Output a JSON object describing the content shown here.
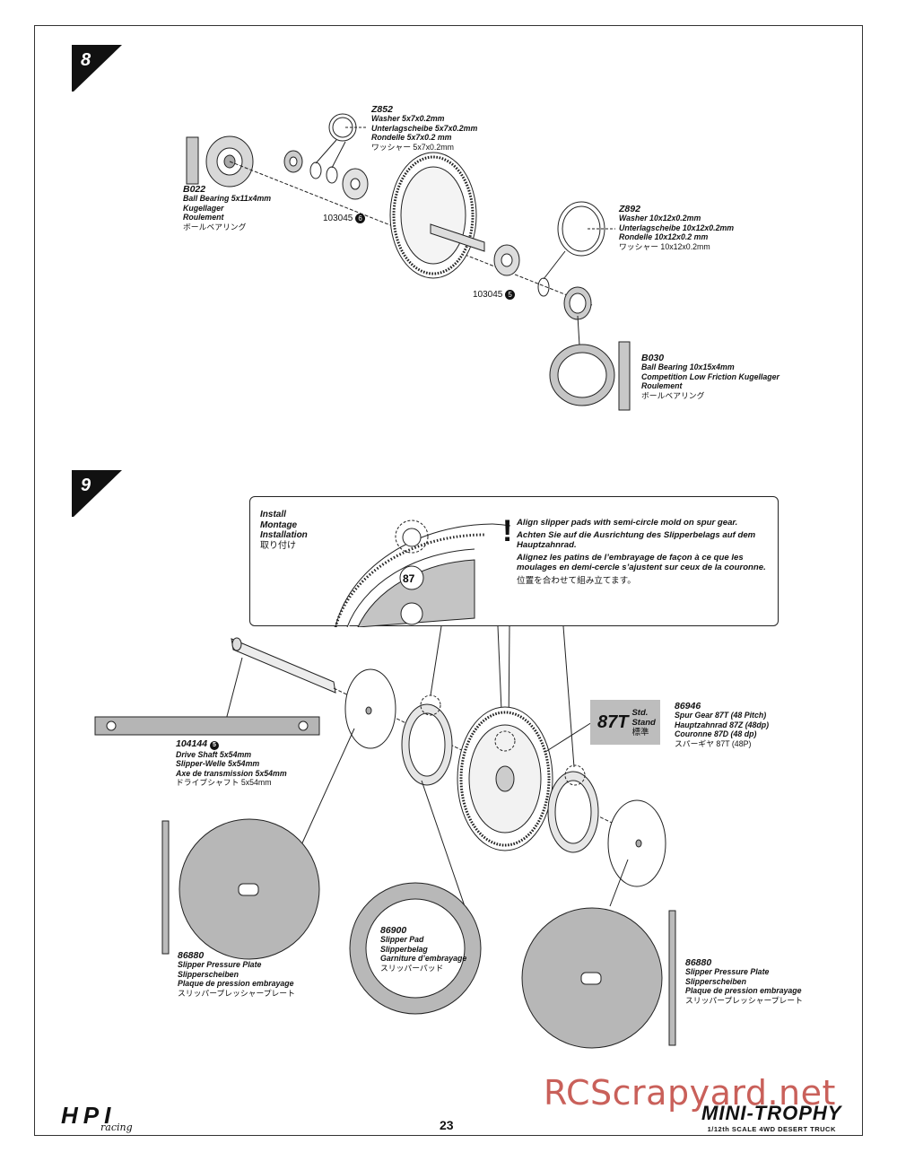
{
  "steps": [
    "8",
    "9"
  ],
  "step8": {
    "z852": {
      "code": "Z852",
      "l1": "Washer 5x7x0.2mm",
      "l2": "Unterlagscheibe 5x7x0.2mm",
      "l3": "Rondelle 5x7x0.2 mm",
      "jp": "ワッシャー 5x7x0.2mm"
    },
    "b022": {
      "code": "B022",
      "l1": "Ball Bearing 5x11x4mm",
      "l2": "Kugellager",
      "l3": "Roulement",
      "jp": "ボールベアリング"
    },
    "part_a": "103045",
    "part_a_num": "6",
    "z892": {
      "code": "Z892",
      "l1": "Washer 10x12x0.2mm",
      "l2": "Unterlagscheibe 10x12x0.2mm",
      "l3": "Rondelle 10x12x0.2 mm",
      "jp": "ワッシャー 10x12x0.2mm"
    },
    "part_b": "103045",
    "part_b_num": "5",
    "b030": {
      "code": "B030",
      "l1": "Ball Bearing 10x15x4mm",
      "l2": "Competition Low Friction Kugellager",
      "l3": "Roulement",
      "jp": "ボールベアリング"
    }
  },
  "step9": {
    "install": {
      "l1": "Install",
      "l2": "Montage",
      "l3": "Installation",
      "jp": "取り付け"
    },
    "note": {
      "en": "Align slipper pads with semi-circle mold on spur gear.",
      "de": "Achten Sie auf die Ausrichtung des Slipperbelags auf dem Hauptzahnrad.",
      "fr": "Alignez les patins de l’embrayage de façon à ce que les moulages en demi-cercle s’ajustent sur ceux de la couronne.",
      "jp": "位置を合わせて組み立てます。"
    },
    "gear_mark": "87",
    "badge": {
      "big": "87T",
      "s1": "Std.",
      "s2": "Stand",
      "jp": "標準"
    },
    "spur": {
      "code": "86946",
      "l1": "Spur Gear 87T (48 Pitch)",
      "l2": "Hauptzahnrad 87Z (48dp)",
      "l3": "Couronne 87D (48 dp)",
      "jp": "スパーギヤ 87T (48P)"
    },
    "shaft": {
      "code": "104144",
      "num": "5",
      "l1": "Drive Shaft 5x54mm",
      "l2": "Slipper-Welle 5x54mm",
      "l3": "Axe de transmission 5x54mm",
      "jp": "ドライブシャフト 5x54mm"
    },
    "plate_left": {
      "code": "86880",
      "l1": "Slipper Pressure Plate",
      "l2": "Slipperscheiben",
      "l3": "Plaque de pression embrayage",
      "jp": "スリッパープレッシャープレート"
    },
    "pad": {
      "code": "86900",
      "l1": "Slipper Pad",
      "l2": "Slipperbelag",
      "l3": "Garniture d’embrayage",
      "jp": "スリッパーパッド"
    },
    "plate_right": {
      "code": "86880",
      "l1": "Slipper Pressure Plate",
      "l2": "Slipperscheiben",
      "l3": "Plaque de pression embrayage",
      "jp": "スリッパープレッシャープレート"
    }
  },
  "footer": {
    "page": "23",
    "watermark": "RCScrapyard.net",
    "hpi": "HPI",
    "hpi_sub": "racing",
    "brand": "MINI-TROPHY",
    "brand_sub": "1/12th SCALE 4WD DESERT TRUCK"
  }
}
